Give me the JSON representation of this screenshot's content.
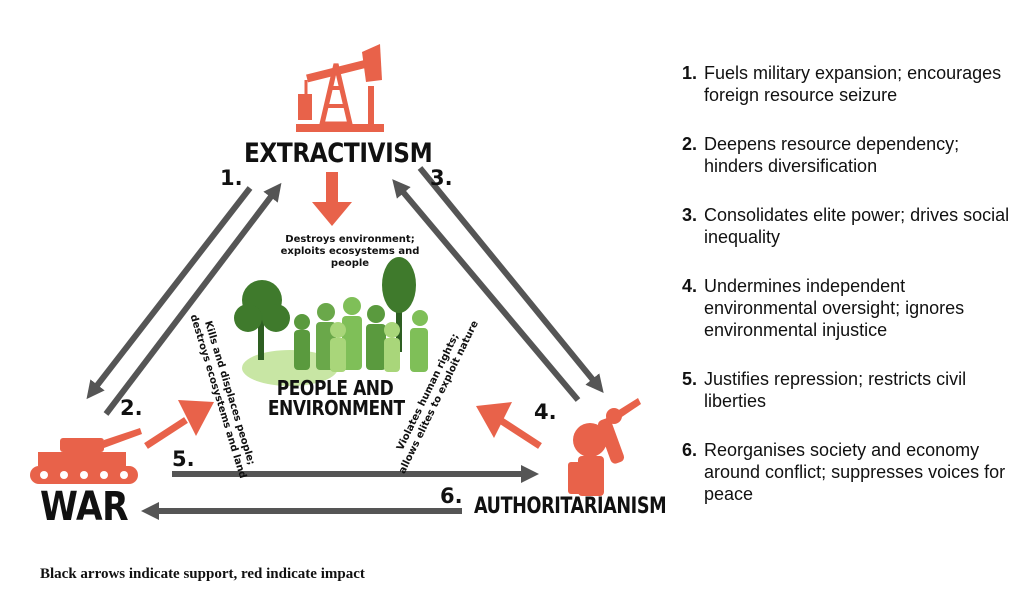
{
  "colors": {
    "impact_red": "#E8624A",
    "support_gray": "#555555",
    "green_dark": "#3f7a2c",
    "green_light": "#a9d67a"
  },
  "nodes": {
    "extractivism": {
      "label": "EXTRACTIVISM",
      "icon": "oil-pump-icon"
    },
    "war": {
      "label": "WAR",
      "icon": "tank-icon"
    },
    "authoritarianism": {
      "label": "AUTHORITARIANISM",
      "icon": "soldier-icon"
    },
    "people": {
      "label_line1": "PEOPLE AND",
      "label_line2": "ENVIRONMENT",
      "icon": "people-trees-icon"
    }
  },
  "arrow_numbers": [
    "1.",
    "2.",
    "3.",
    "4.",
    "5.",
    "6."
  ],
  "impacts": {
    "extractivism": {
      "line1": "Destroys environment;",
      "line2": "exploits ecosystems and people"
    },
    "war": {
      "line1": "Kills and displaces people;",
      "line2": "destroys ecosystems and land"
    },
    "authoritarianism": {
      "line1": "Violates human rights;",
      "line2": "allows elites to exploit nature"
    }
  },
  "legend": [
    {
      "number": "1.",
      "text": "Fuels military expansion; encourages foreign resource seizure"
    },
    {
      "number": "2.",
      "text": "Deepens resource dependency; hinders diversification"
    },
    {
      "number": "3.",
      "text": "Consolidates elite power; drives social inequality"
    },
    {
      "number": "4.",
      "text": "Undermines independent environmental oversight; ignores environmental injustice"
    },
    {
      "number": "5.",
      "text": "Justifies repression; restricts civil liberties"
    },
    {
      "number": "6.",
      "text": "Reorganises society and economy around conflict; suppresses voices for peace"
    }
  ],
  "footnote": "Black arrows indicate support, red indicate impact"
}
